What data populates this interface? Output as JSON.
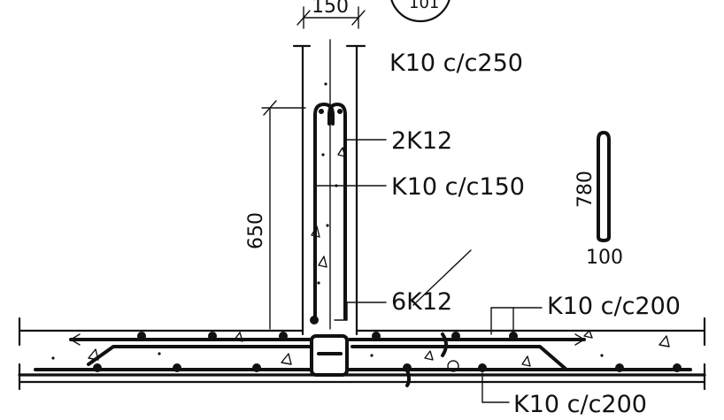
{
  "labels": {
    "wall_thickness": "150",
    "wall_height": "650",
    "bar_length": "780",
    "hook_length": "100",
    "wall_horizontal": "K10 c/c250",
    "wall_top_bars": "2K12",
    "wall_vertical": "K10 c/c150",
    "wall_base_bars": "6K12",
    "slab_top": "K10 c/c200",
    "slab_bottom": "K10 c/c200",
    "circle_label": "101"
  },
  "colors": {
    "ink": "#111111",
    "paper": "#ffffff"
  }
}
